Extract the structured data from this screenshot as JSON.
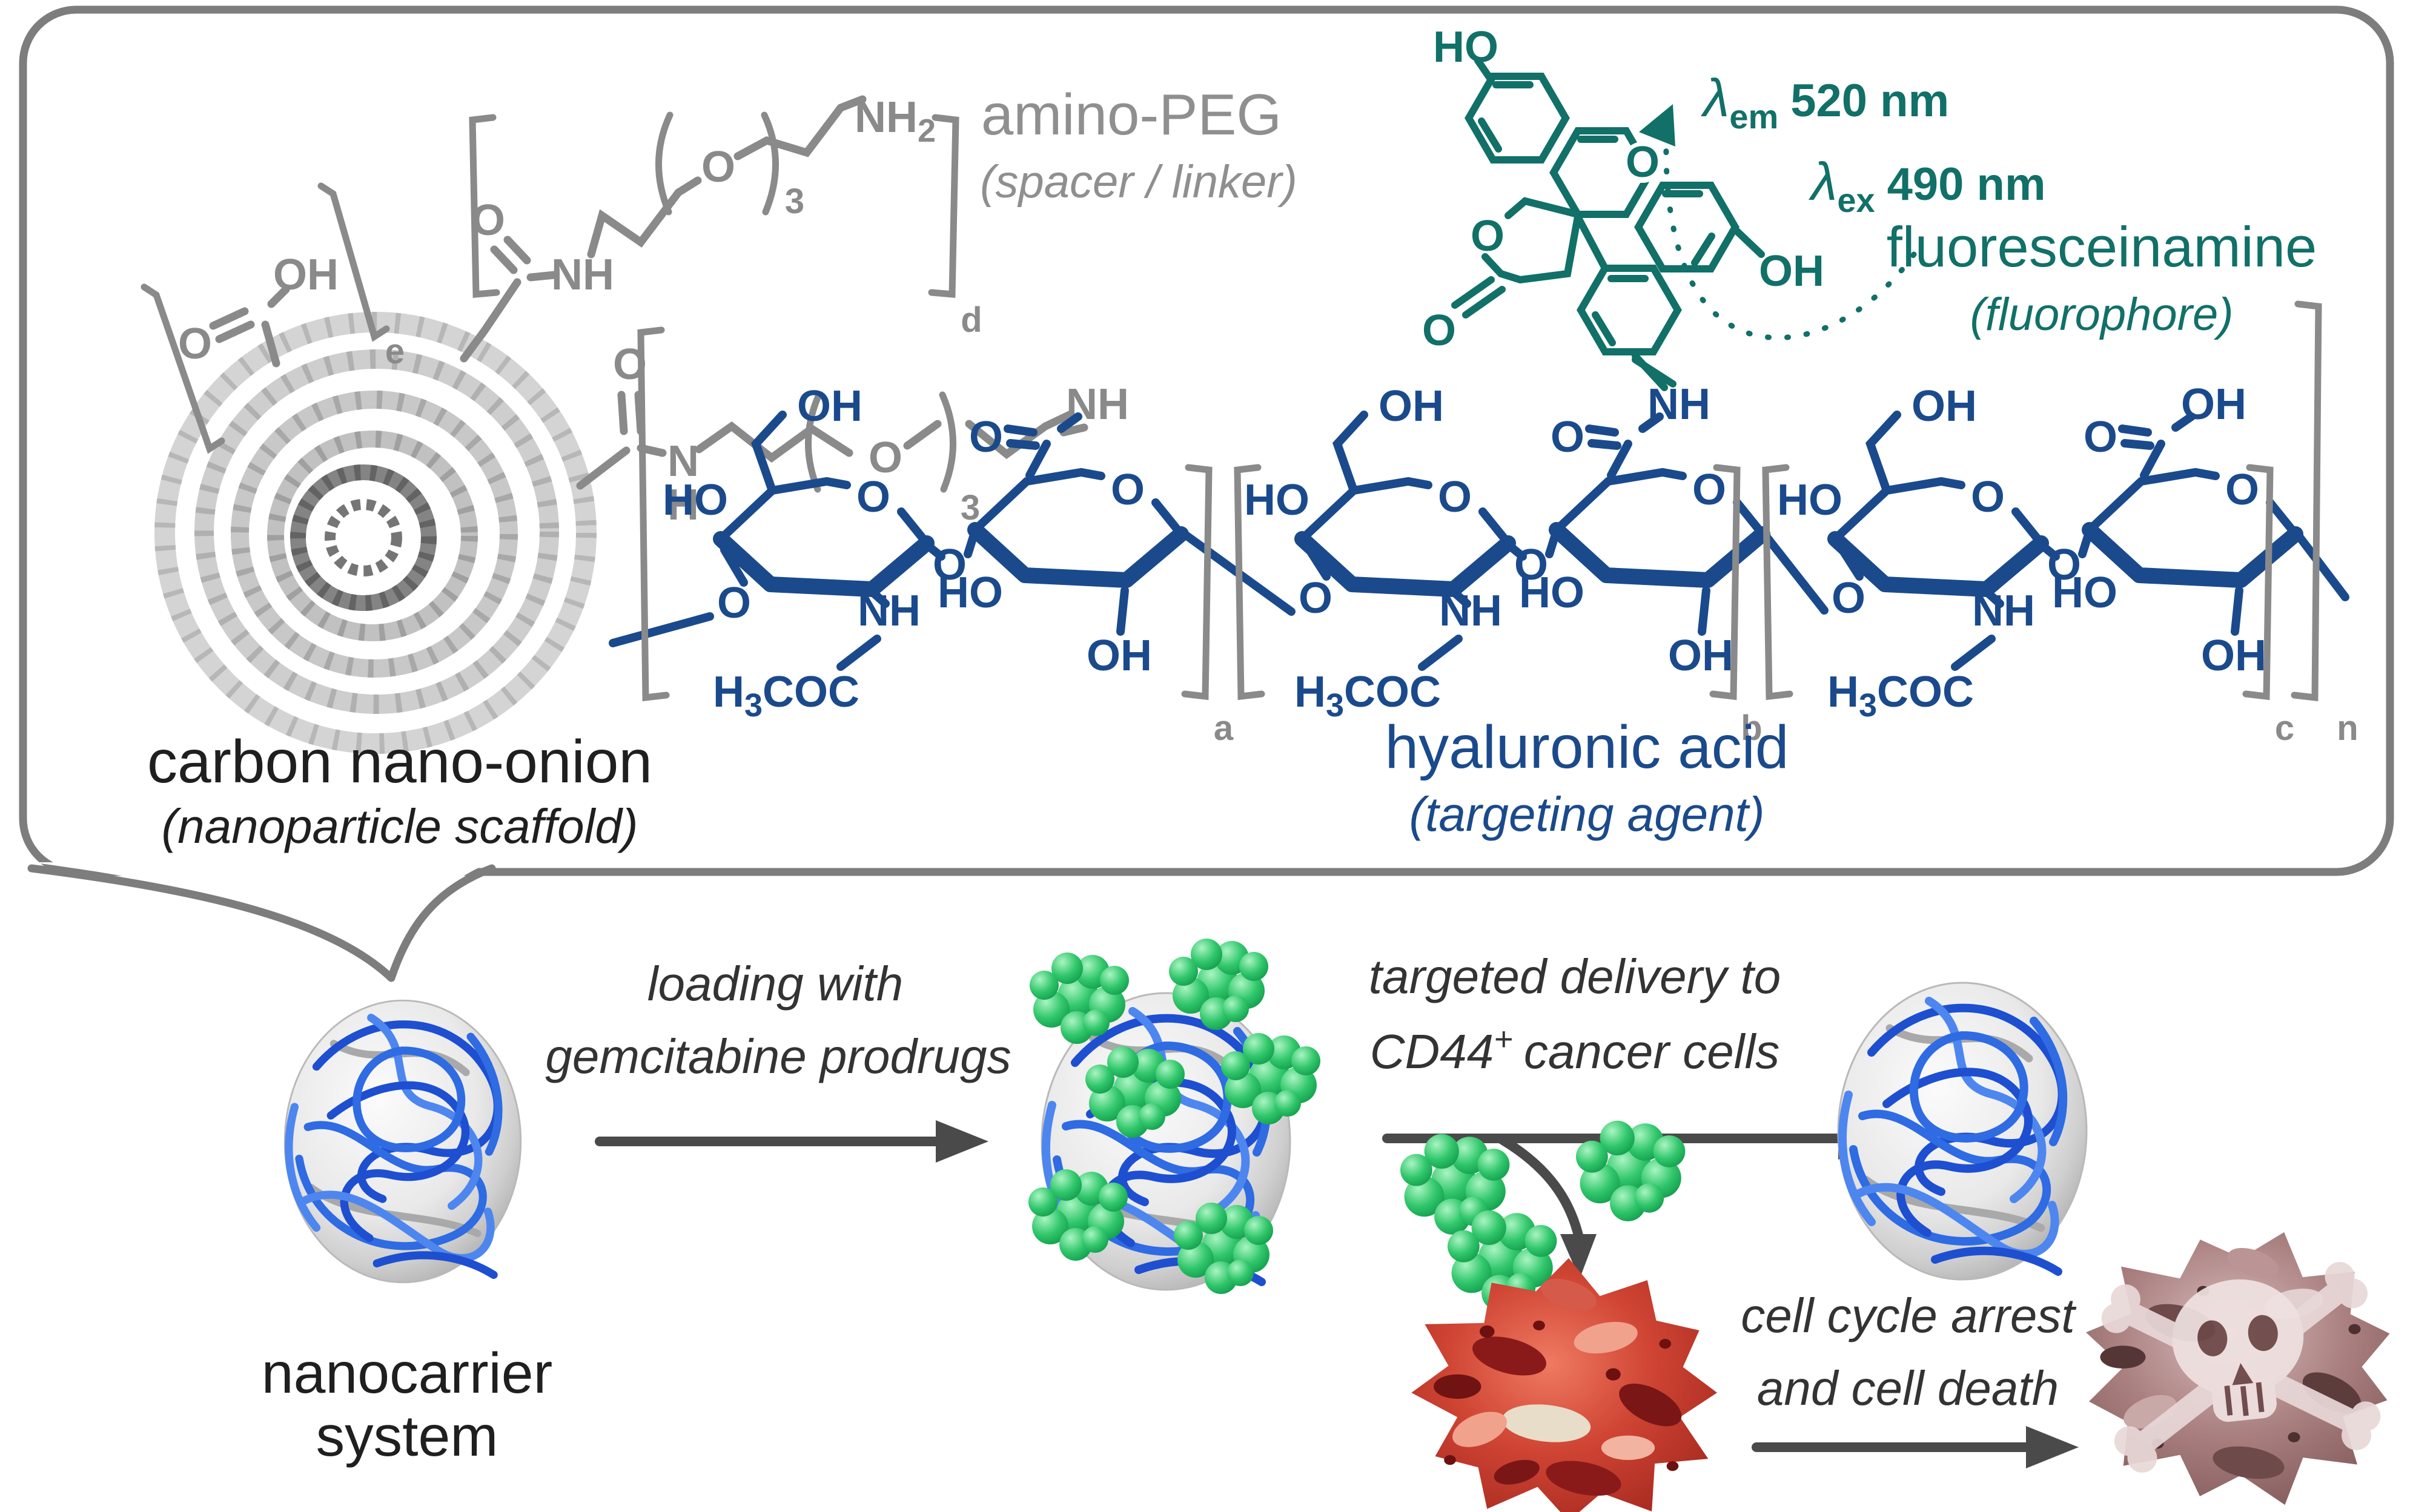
{
  "panel": {
    "components": [
      {
        "id": "carbon-nano-onion",
        "title": "carbon nano-onion",
        "subtitle": "(nanoparticle scaffold)",
        "color": "#1f1f1f"
      },
      {
        "id": "amino-peg",
        "title": "amino-PEG",
        "subtitle": "(spacer / linker)",
        "color": "#8f8f8f"
      },
      {
        "id": "fluoresceinamine",
        "title": "fluoresceinamine",
        "subtitle": "(fluorophore)",
        "color": "#117068"
      },
      {
        "id": "hyaluronic-acid",
        "title": "hyaluronic acid",
        "subtitle": "(targeting agent)",
        "color": "#1a4a8c"
      }
    ],
    "fluorophore_spectra": {
      "lambda": "λ",
      "em_sub": "em",
      "em_value": "520 nm",
      "ex_sub": "ex",
      "ex_value": "490 nm"
    }
  },
  "labels": {
    "cno_title": "carbon nano-onion",
    "cno_sub": "(nanoparticle scaffold)",
    "peg_title": "amino-PEG",
    "peg_sub": "(spacer / linker)",
    "fluor_title": "fluoresceinamine",
    "fluor_sub": "(fluorophore)",
    "ha_title": "hyaluronic acid",
    "ha_sub": "(targeting agent)"
  },
  "chem": {
    "o": "O",
    "oh": "OH",
    "ho": "HO",
    "nh": "NH",
    "n_atom": "N",
    "h_atom": "H",
    "sub2": "2",
    "sub3": "3",
    "coc": "COC",
    "sub_a": "a",
    "sub_b": "b",
    "sub_c": "c",
    "sub_d": "d",
    "sub_e": "e",
    "sub_n": "n"
  },
  "flow": {
    "nano1": "nanocarrier",
    "nano2": "system",
    "s1a": "loading with",
    "s1b": "gemcitabine prodrugs",
    "s2a": "targeted delivery to",
    "s2b_pre": "CD44",
    "s2b_sup": "+",
    "s2b_post": "cancer cells",
    "s3a": "cell cycle arrest",
    "s3b": "and cell death"
  },
  "colors": {
    "teal": "#117068",
    "blue": "#1a4a8c",
    "gray": "#8a8a8a",
    "arrow": "#4a4a4a",
    "green": "#2ecc71",
    "red": "#c0392b",
    "mauve": "#9c7070",
    "border": "#7d7d7d"
  }
}
